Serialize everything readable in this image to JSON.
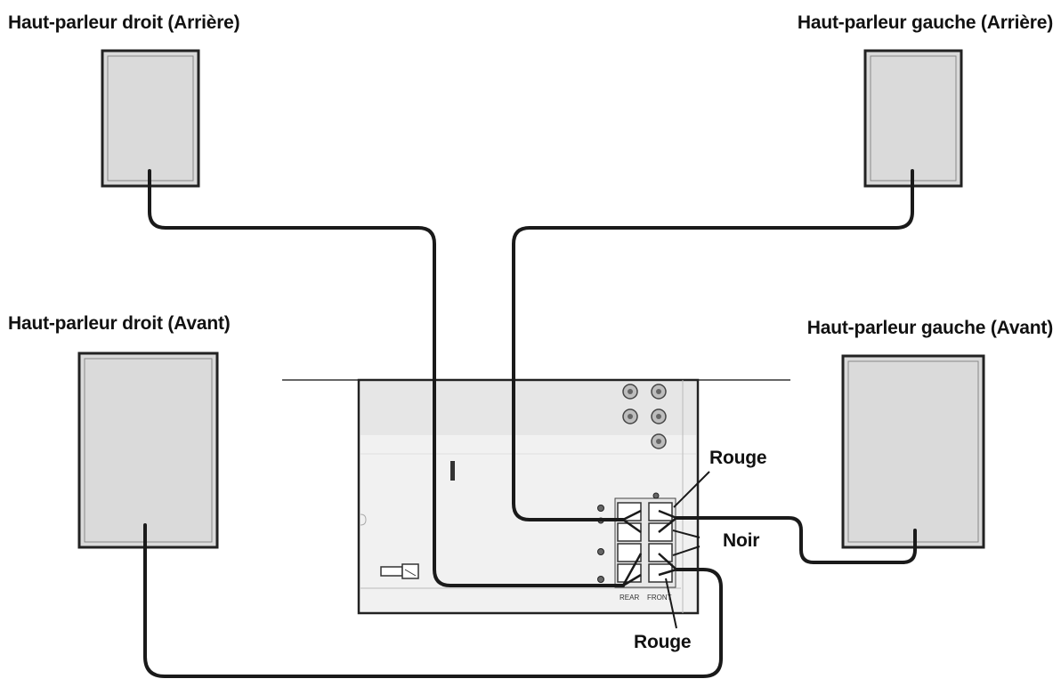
{
  "speakers": {
    "rear_right": {
      "label": "Haut-parleur droit (Arrière)"
    },
    "rear_left": {
      "label": "Haut-parleur gauche (Arrière)"
    },
    "front_right": {
      "label": "Haut-parleur droit (Avant)"
    },
    "front_left": {
      "label": "Haut-parleur gauche (Avant)"
    }
  },
  "wire_labels": {
    "top_red": "Rouge",
    "black": "Noir",
    "bottom_red": "Rouge"
  },
  "terminal_labels": {
    "rear": "REAR",
    "front": "FRONT"
  },
  "colors": {
    "cable": "#1a1a1a",
    "speaker_fill": "#d9d9d9",
    "panel_fill": "#ececec"
  }
}
